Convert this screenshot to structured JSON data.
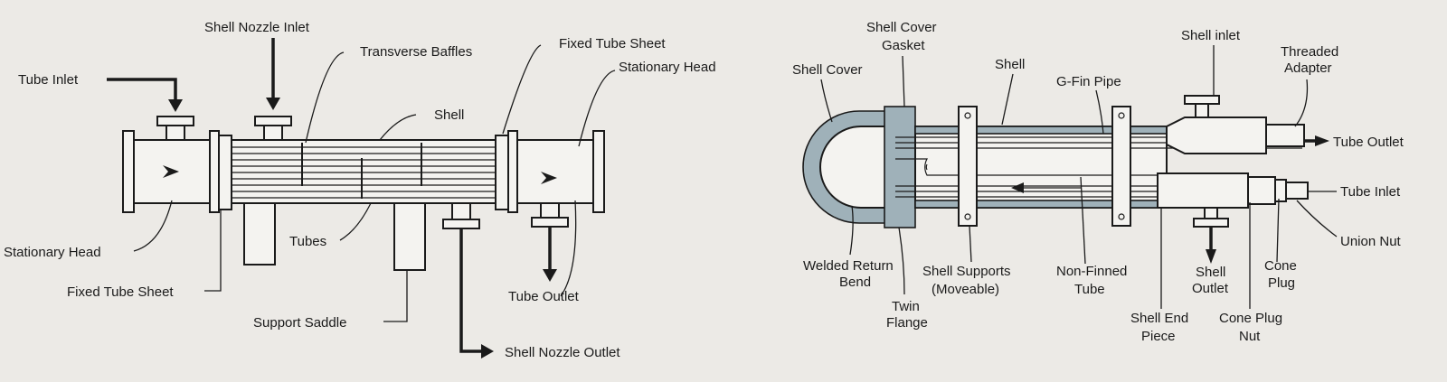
{
  "left_diagram": {
    "labels": {
      "tube_inlet": "Tube Inlet",
      "shell_nozzle_inlet": "Shell Nozzle Inlet",
      "transverse_baffles": "Transverse Baffles",
      "shell": "Shell",
      "fixed_tube_sheet_top": "Fixed Tube Sheet",
      "stationary_head_top": "Stationary Head",
      "stationary_head_left": "Stationary Head",
      "fixed_tube_sheet_bottom": "Fixed Tube Sheet",
      "tubes": "Tubes",
      "support_saddle": "Support Saddle",
      "tube_outlet": "Tube Outlet",
      "shell_nozzle_outlet": "Shell Nozzle Outlet"
    }
  },
  "right_diagram": {
    "labels": {
      "shell_cover_gasket_1": "Shell Cover",
      "shell_cover_gasket_2": "Gasket",
      "shell_cover": "Shell Cover",
      "shell": "Shell",
      "g_fin_pipe": "G-Fin Pipe",
      "shell_inlet": "Shell inlet",
      "threaded_adapter_1": "Threaded",
      "threaded_adapter_2": "Adapter",
      "tube_outlet": "Tube Outlet",
      "tube_inlet": "Tube Inlet",
      "union_nut": "Union Nut",
      "welded_return_bend_1": "Welded Return",
      "welded_return_bend_2": "Bend",
      "twin_flange_1": "Twin",
      "twin_flange_2": "Flange",
      "shell_supports_1": "Shell Supports",
      "shell_supports_2": "(Moveable)",
      "non_finned_tube_1": "Non-Finned",
      "non_finned_tube_2": "Tube",
      "shell_outlet_1": "Shell",
      "shell_outlet_2": "Outlet",
      "shell_end_piece_1": "Shell End",
      "shell_end_piece_2": "Piece",
      "cone_plug_1": "Cone",
      "cone_plug_2": "Plug",
      "cone_plug_nut_1": "Cone Plug",
      "cone_plug_nut_2": "Nut"
    }
  }
}
